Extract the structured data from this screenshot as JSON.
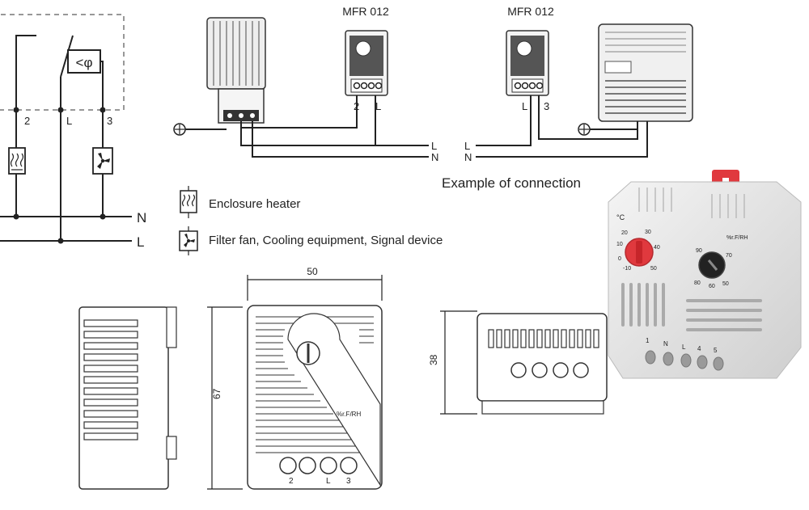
{
  "wiring": {
    "terminals": [
      "2",
      "L",
      "3"
    ],
    "lines": {
      "neutral": "N",
      "live": "L"
    },
    "contact_symbol": "<φ"
  },
  "connection": {
    "device_left_label": "MFR 012",
    "device_right_label": "MFR 012",
    "left_terminals": [
      "2",
      "L"
    ],
    "right_terminals": [
      "L",
      "3"
    ],
    "wire_labels_left": [
      "L",
      "N"
    ],
    "wire_labels_right": [
      "L",
      "N"
    ],
    "caption": "Example of connection"
  },
  "legend": {
    "heater_label": "Enclosure heater",
    "fan_label": "Filter fan, Cooling equipment, Signal device"
  },
  "drawing": {
    "width_dim": "50",
    "height_dim": "67",
    "depth_dim": "38",
    "dial_text": "%r.F/RH",
    "terminal_marks": [
      "2",
      "L",
      "3"
    ]
  },
  "photo": {
    "unit_celsius": "°C",
    "unit_humidity": "%r.F/RH",
    "temp_scale": [
      "-10",
      "0",
      "10",
      "20",
      "30",
      "40",
      "50"
    ],
    "humidity_scale": [
      "50",
      "60",
      "70",
      "80",
      "90"
    ],
    "terminal_labels": [
      "1",
      "N",
      "L",
      "4",
      "5"
    ]
  }
}
